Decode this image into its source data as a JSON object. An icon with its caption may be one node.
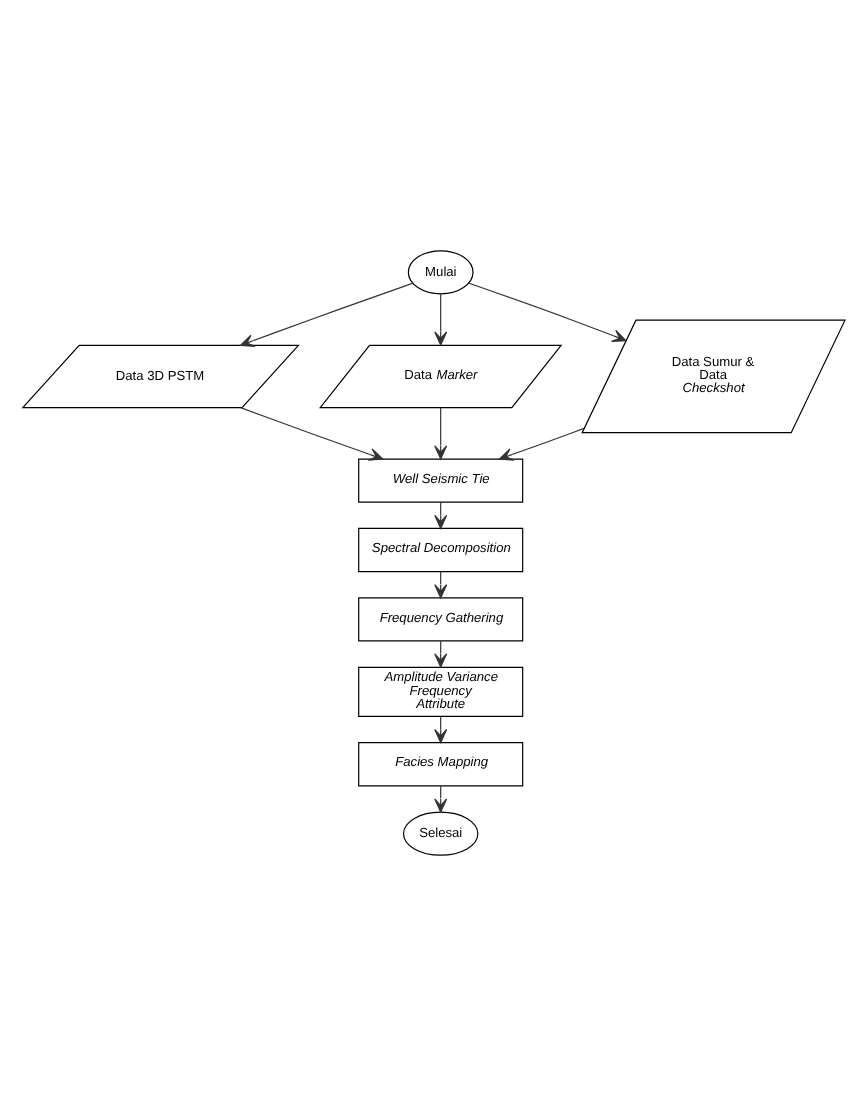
{
  "diagram": {
    "nodes": [
      {
        "text": [
          "Mulai"
        ]
      },
      {
        "text": [
          "Data 3D PSTM"
        ]
      },
      {
        "text": [
          "Data *Marker*"
        ]
      },
      {
        "text": [
          "Data Sumur & Data *Checkshot*"
        ]
      },
      {
        "text": [
          "Well Seismic Tie"
        ]
      },
      {
        "text": [
          "Spectral Decomposition"
        ]
      },
      {
        "text": [
          "Frequency Gathering"
        ]
      },
      {
        "text": [
          "Amplitude Variance Frequency Attribute"
        ]
      },
      {
        "text": [
          "Facies Mapping"
        ]
      },
      {
        "text": [
          "Selesai"
        ]
      }
    ],
    "edges": [
      {
        "from": 0,
        "to": 1,
        "arrow": "to"
      },
      {
        "from": 0,
        "to": 2,
        "arrow": "to"
      },
      {
        "from": 0,
        "to": 3,
        "arrow": "to"
      },
      {
        "from": 1,
        "to": 4,
        "arrow": "to"
      },
      {
        "from": 2,
        "to": 4,
        "arrow": "to"
      },
      {
        "from": 3,
        "to": 4,
        "arrow": "to"
      },
      {
        "from": 4,
        "to": 5,
        "arrow": "to"
      },
      {
        "from": 5,
        "to": 6,
        "arrow": "to"
      },
      {
        "from": 6,
        "to": 7,
        "arrow": "to"
      },
      {
        "from": 7,
        "to": 8,
        "arrow": "to"
      },
      {
        "from": 8,
        "to": 9,
        "arrow": "to"
      }
    ]
  }
}
